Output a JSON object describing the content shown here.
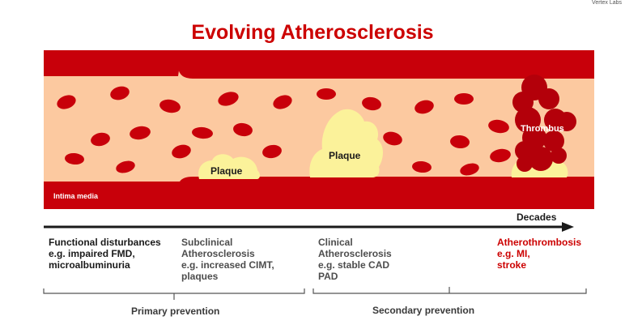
{
  "watermark": "Vertex Labs",
  "title": "Evolving Atherosclerosis",
  "vessel": {
    "intima_label": "Intima media",
    "plaque_small_label": "Plaque",
    "plaque_large_label": "Plaque",
    "thrombus_label": "Thrombus"
  },
  "timeline": {
    "label": "Decades"
  },
  "stages": [
    {
      "lines": [
        "Functional disturbances",
        "e.g. impaired FMD,",
        "microalbuminuria"
      ]
    },
    {
      "lines": [
        "Subclinical",
        "Atherosclerosis",
        "e.g. increased CIMT,",
        "plaques"
      ]
    },
    {
      "lines": [
        "Clinical",
        "Atherosclerosis",
        "e.g. stable CAD",
        "PAD"
      ]
    },
    {
      "lines": [
        "Atherothrombosis",
        "e.g. MI,",
        "stroke"
      ]
    }
  ],
  "prevention": {
    "primary": "Primary prevention",
    "secondary": "Secondary prevention"
  },
  "colors": {
    "title_red": "#cc0000",
    "wall_red": "#c8000a",
    "lumen": "#fcc9a0",
    "plaque": "#fbf29a",
    "cell": "#c8000a",
    "stage_dark": "#1a1a1a",
    "stage_grey": "#4d4d4d",
    "stage_red": "#cc0000"
  }
}
